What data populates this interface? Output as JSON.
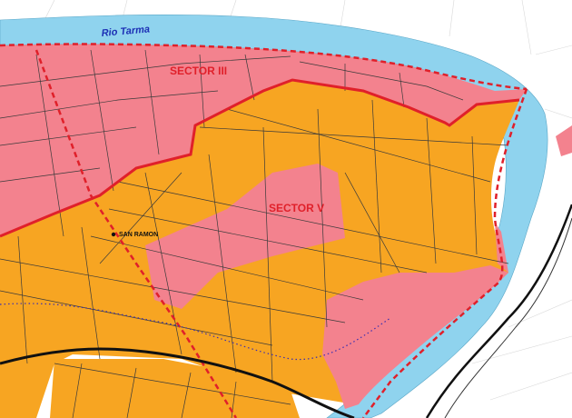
{
  "map": {
    "river_label": "Rio Tarma",
    "sector_iii_label": "SECTOR III",
    "sector_v_label": "SECTOR V",
    "place_label": "SAN RAMON"
  },
  "colors": {
    "river": "#8fd3ee",
    "river_text": "#1c2fb5",
    "sector_pink": "#f3828e",
    "sector_orange": "#f7a522",
    "boundary_red": "#e0202a",
    "highway": "#111111",
    "trail": "#3b2fb0",
    "background": "#ffffff"
  }
}
